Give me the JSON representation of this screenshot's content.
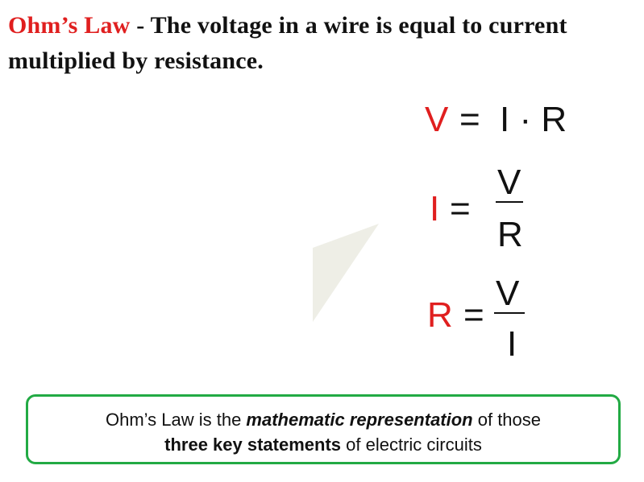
{
  "title": {
    "term": "Ohm’s Law",
    "definition": " - The voltage in a wire is equal to current multiplied by resistance."
  },
  "equations": {
    "v": {
      "lhs": "V",
      "eq": "=",
      "rhs": "I · R"
    },
    "i": {
      "lhs": "I",
      "eq": "=",
      "num": "V",
      "den": "R"
    },
    "r": {
      "lhs": "R",
      "eq": "=",
      "num": "V",
      "den": "I"
    }
  },
  "callout": {
    "part1": "Ohm’s Law is the ",
    "emph": "mathematic representation",
    "part2": " of those ",
    "bold": "three key statements",
    "part3": " of electric circuits"
  },
  "colors": {
    "accent": "#e01f1f",
    "border": "#22aa44",
    "deco": "#eeeee6"
  }
}
